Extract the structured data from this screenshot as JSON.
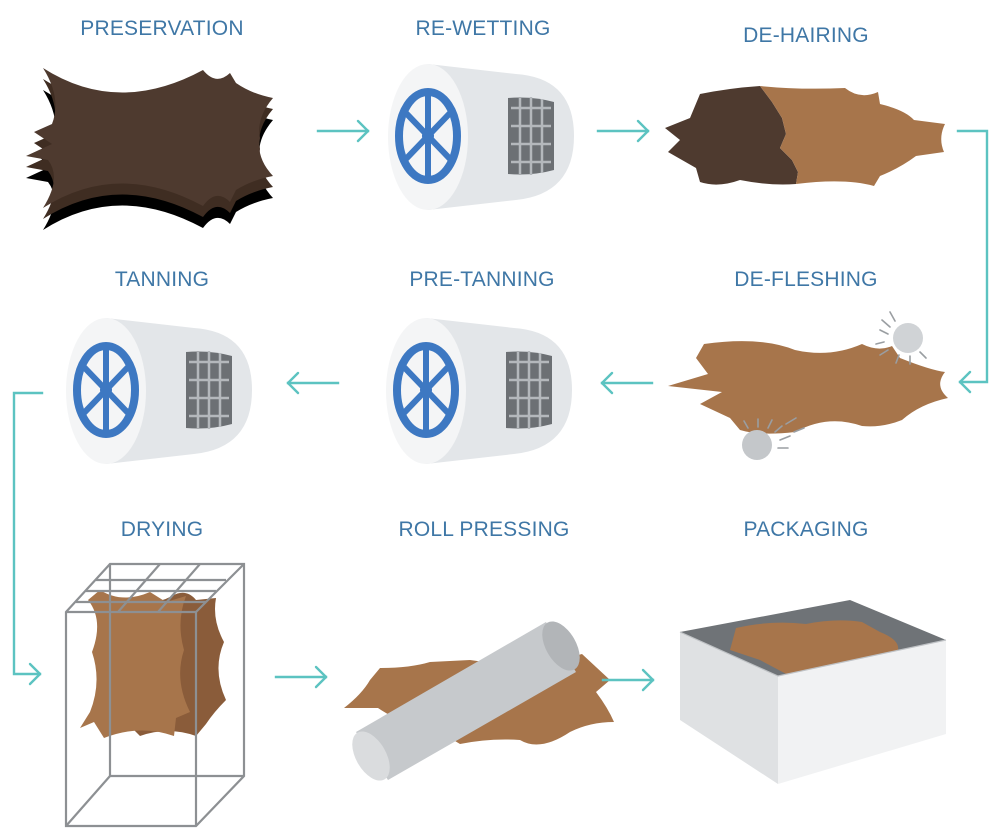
{
  "steps": [
    {
      "id": "preservation",
      "label": "PRESERVATION",
      "icon": "stacked-hides-icon"
    },
    {
      "id": "re-wetting",
      "label": "RE-WETTING",
      "icon": "drum-icon"
    },
    {
      "id": "de-hairing",
      "label": "DE-HAIRING",
      "icon": "half-dehaired-hide-icon"
    },
    {
      "id": "de-fleshing",
      "label": "DE-FLESHING",
      "icon": "fleshing-hide-icon"
    },
    {
      "id": "pre-tanning",
      "label": "PRE-TANNING",
      "icon": "drum-icon"
    },
    {
      "id": "tanning",
      "label": "TANNING",
      "icon": "drum-icon"
    },
    {
      "id": "drying",
      "label": "DRYING",
      "icon": "drying-rack-icon"
    },
    {
      "id": "roll-pressing",
      "label": "ROLL PRESSING",
      "icon": "roller-icon"
    },
    {
      "id": "packaging",
      "label": "PACKAGING",
      "icon": "box-icon"
    }
  ],
  "colors": {
    "label": "#3f77a6",
    "arrow": "#5cc3c1",
    "hide_tan": "#a7754b",
    "hide_dark": "#4e3a2f",
    "drum_body": "#e3e6e9",
    "drum_wheel": "#3d78c2",
    "metal": "#c6c9cc"
  }
}
